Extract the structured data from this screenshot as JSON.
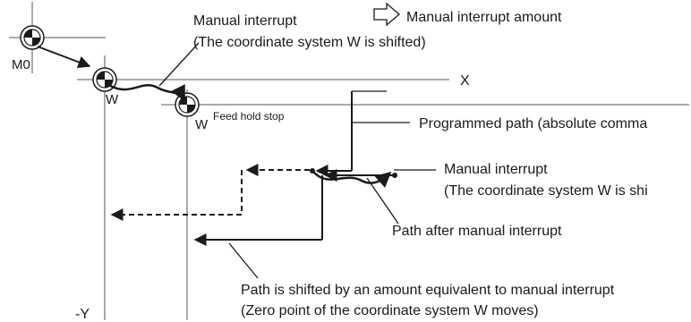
{
  "labels": {
    "manual_interrupt_title": "Manual interrupt",
    "manual_interrupt_sub": "(The coordinate system W is shifted)",
    "legend_arrow_text": "Manual interrupt amount",
    "axis_x": "X",
    "axis_neg_y": "-Y",
    "origin_m0": "M0",
    "origin_w1": "W",
    "origin_w2": "W",
    "feed_hold_stop": "Feed hold stop",
    "programmed_path": "Programmed path (absolute comma",
    "manual_interrupt_2_title": "Manual interrupt",
    "manual_interrupt_2_sub": "(The coordinate system W is shi",
    "path_after": "Path after manual interrupt",
    "path_shifted_1": "Path is shifted by an amount equivalent to manual interrupt",
    "path_shifted_2": "(Zero point of the coordinate system W moves)"
  }
}
